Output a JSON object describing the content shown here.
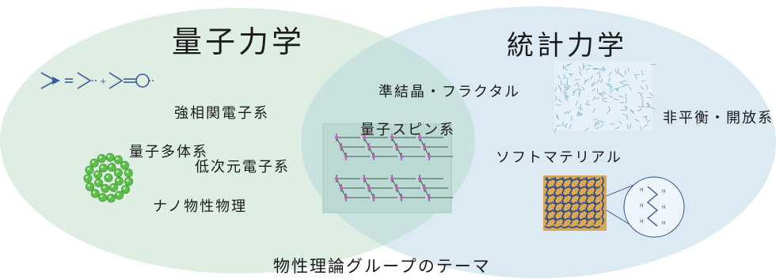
{
  "colors": {
    "qm_fill": "#dfeee3",
    "sm_fill": "#dcebf3",
    "overlap": "#cfe5e3",
    "text": "#1a1a1a",
    "sphere": "#5cbf4a",
    "gold": "#d9a756",
    "net": "#2a4a8c",
    "pattern": "#7fb3d0"
  },
  "circles": {
    "qm_title": "量子力学",
    "sm_title": "統計力学"
  },
  "qm_topics": {
    "t1": "強相関電子系",
    "t2": "量子多体系",
    "t3": "低次元電子系",
    "t4": "ナノ物性物理"
  },
  "overlap_topics": {
    "t1": "準結晶・フラクタル",
    "t2": "量子スピン系"
  },
  "sm_topics": {
    "t1": "非平衡・開放系",
    "t2": "ソフトマテリアル"
  },
  "caption": "物性理論グループのテーマ",
  "icons": {
    "feynman": "feynman-diagram-icon",
    "fullerene": "fullerene-icon",
    "spin_lattice": "spin-lattice-icon",
    "quasicrystal": "quasicrystal-pattern-icon",
    "polymer": "polymer-network-icon",
    "molecule": "molecule-zoom-icon"
  }
}
